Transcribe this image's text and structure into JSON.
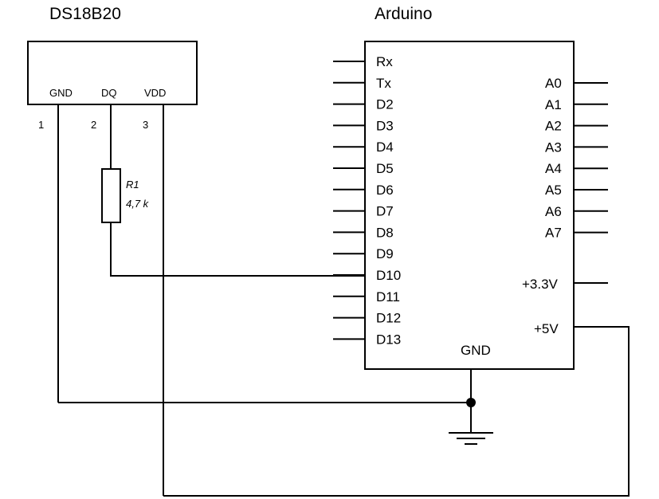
{
  "sensor": {
    "title": "DS18B20",
    "pins": {
      "gnd": "GND",
      "dq": "DQ",
      "vdd": "VDD"
    },
    "numbers": {
      "gnd": "1",
      "dq": "2",
      "vdd": "3"
    }
  },
  "resistor": {
    "name": "R1",
    "value": "4,7 k"
  },
  "arduino": {
    "title": "Arduino",
    "left_pins": [
      "Rx",
      "Tx",
      "D2",
      "D3",
      "D4",
      "D5",
      "D6",
      "D7",
      "D8",
      "D9",
      "D10",
      "D11",
      "D12",
      "D13"
    ],
    "right_pins": [
      "A0",
      "A1",
      "A2",
      "A3",
      "A4",
      "A5",
      "A6",
      "A7"
    ],
    "power_33": "+3.3V",
    "power_5": "+5V",
    "gnd": "GND"
  }
}
